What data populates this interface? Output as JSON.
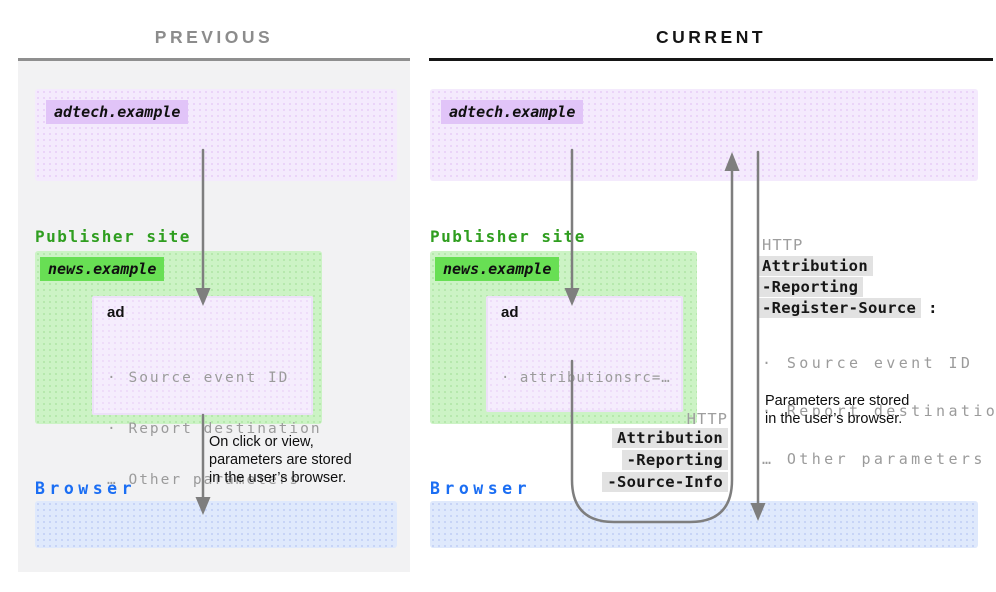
{
  "previous": {
    "title": "PREVIOUS",
    "adtech_domain": "adtech.example",
    "publisher_label": "Publisher site",
    "news_domain": "news.example",
    "ad_label": "ad",
    "ad_params": [
      "· Source event ID",
      "· Report destination",
      "… Other parameters"
    ],
    "browser_label": "Browser",
    "note_lines": [
      "On click or view,",
      "parameters are stored",
      "in the user’s browser."
    ]
  },
  "current": {
    "title": "CURRENT",
    "adtech_domain": "adtech.example",
    "publisher_label": "Publisher site",
    "news_domain": "news.example",
    "ad_label": "ad",
    "ad_params": [
      "· attributionsrc=…"
    ],
    "browser_label": "Browser",
    "request": {
      "protocol": "HTTP",
      "header_lines": [
        "Attribution",
        "-Reporting",
        "-Source-Info"
      ]
    },
    "response": {
      "protocol": "HTTP",
      "header_lines": [
        "Attribution",
        "-Reporting",
        "-Register-Source"
      ],
      "colon": ":",
      "params": [
        "· Source event ID",
        "· Report destination",
        "… Other parameters"
      ]
    },
    "note_lines": [
      "Parameters are stored",
      "in the user’s browser."
    ]
  },
  "colors": {
    "previous_title": "#8c8c8c",
    "current_title": "#141414",
    "panel_bg": "#f2f2f3",
    "adtech_box": "#f4eafd",
    "adtech_chip": "#e1c4f8",
    "publisher_box": "#ccf3c5",
    "news_chip": "#68df54",
    "browser_box": "#dfe9fc",
    "publisher_label_text": "#2f9e1f",
    "browser_label_text": "#1b6ef3",
    "header_chip_bg": "#e2e2e2",
    "dim_text": "#9b9b9b",
    "arrow": "#7e7e7e"
  }
}
